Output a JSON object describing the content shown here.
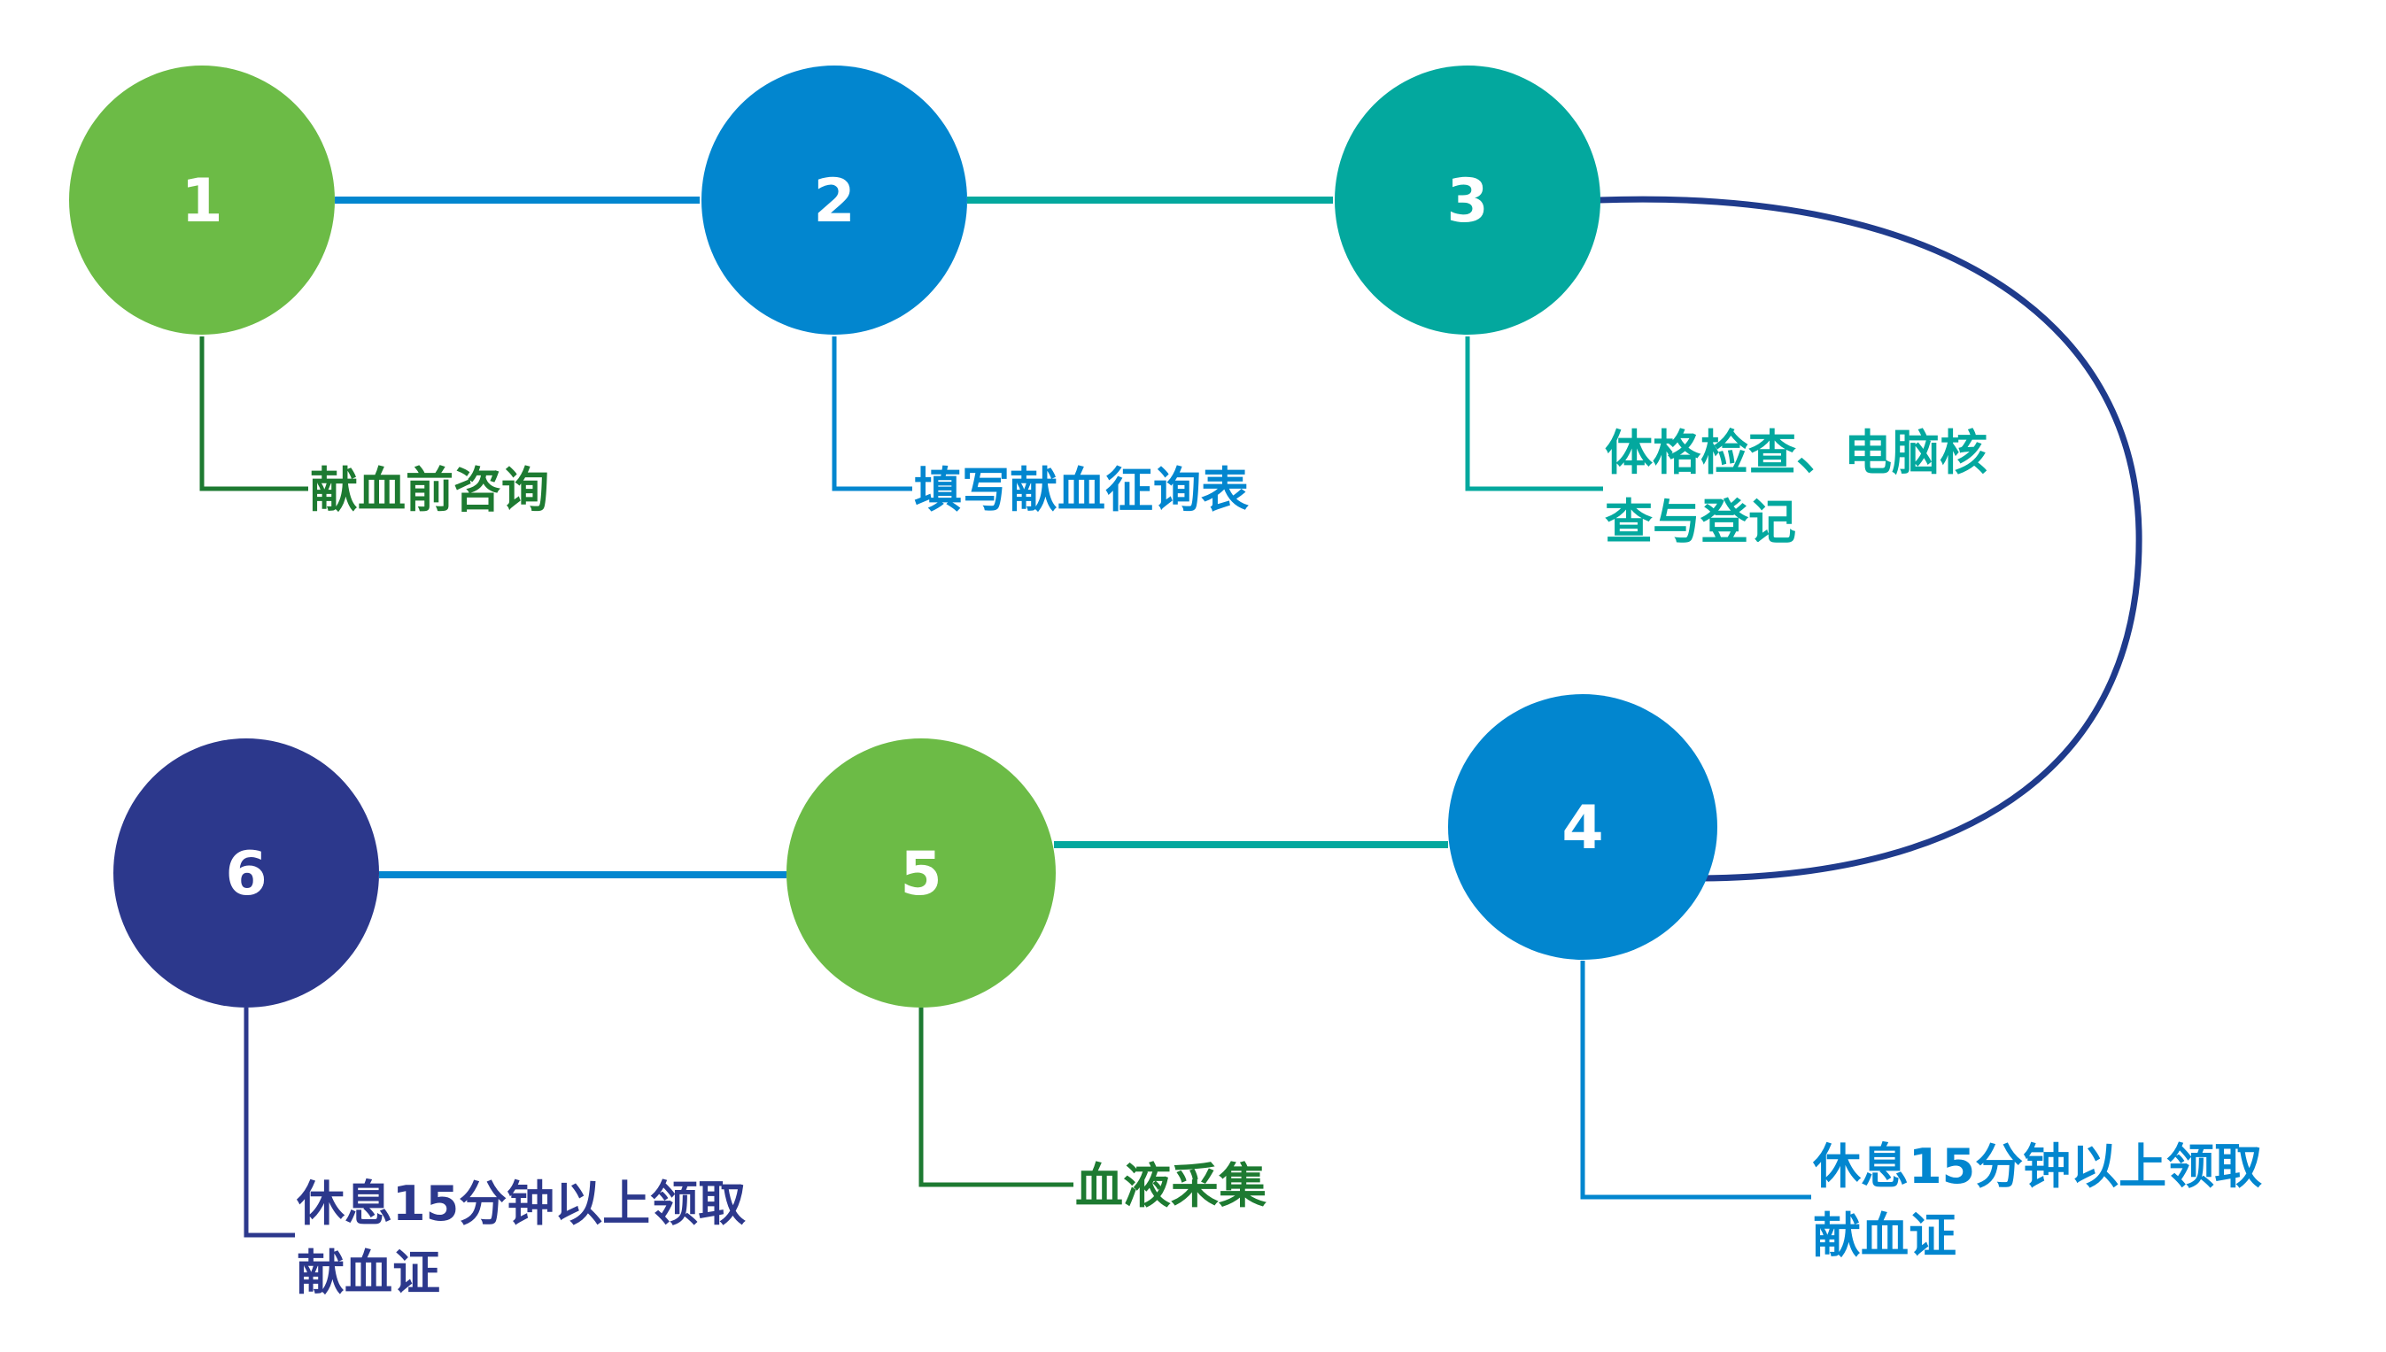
{
  "colors": {
    "green": "#6cbb46",
    "blue": "#0286cf",
    "teal": "#03a89e",
    "navy": "#2c388c",
    "dark_green": "#1d7a31",
    "curve_navy": "#1f3b8c"
  },
  "steps": [
    {
      "number": "1",
      "label_lines": [
        "献血前咨询"
      ],
      "circle_color": "#6cbb46",
      "text_color": "#1d7a31"
    },
    {
      "number": "2",
      "label_lines": [
        "填写献血征询表"
      ],
      "circle_color": "#0286cf",
      "text_color": "#0286cf"
    },
    {
      "number": "3",
      "label_lines": [
        "体格检查、电脑核",
        "查与登记"
      ],
      "circle_color": "#03a89e",
      "text_color": "#03a89e"
    },
    {
      "number": "4",
      "label_lines": [
        "休息15分钟以上领取",
        "献血证"
      ],
      "circle_color": "#0286cf",
      "text_color": "#0286cf"
    },
    {
      "number": "5",
      "label_lines": [
        "血液采集"
      ],
      "circle_color": "#6cbb46",
      "text_color": "#1d7a31"
    },
    {
      "number": "6",
      "label_lines": [
        "休息15分钟以上领取",
        "献血证"
      ],
      "circle_color": "#2c388c",
      "text_color": "#2c388c"
    }
  ]
}
